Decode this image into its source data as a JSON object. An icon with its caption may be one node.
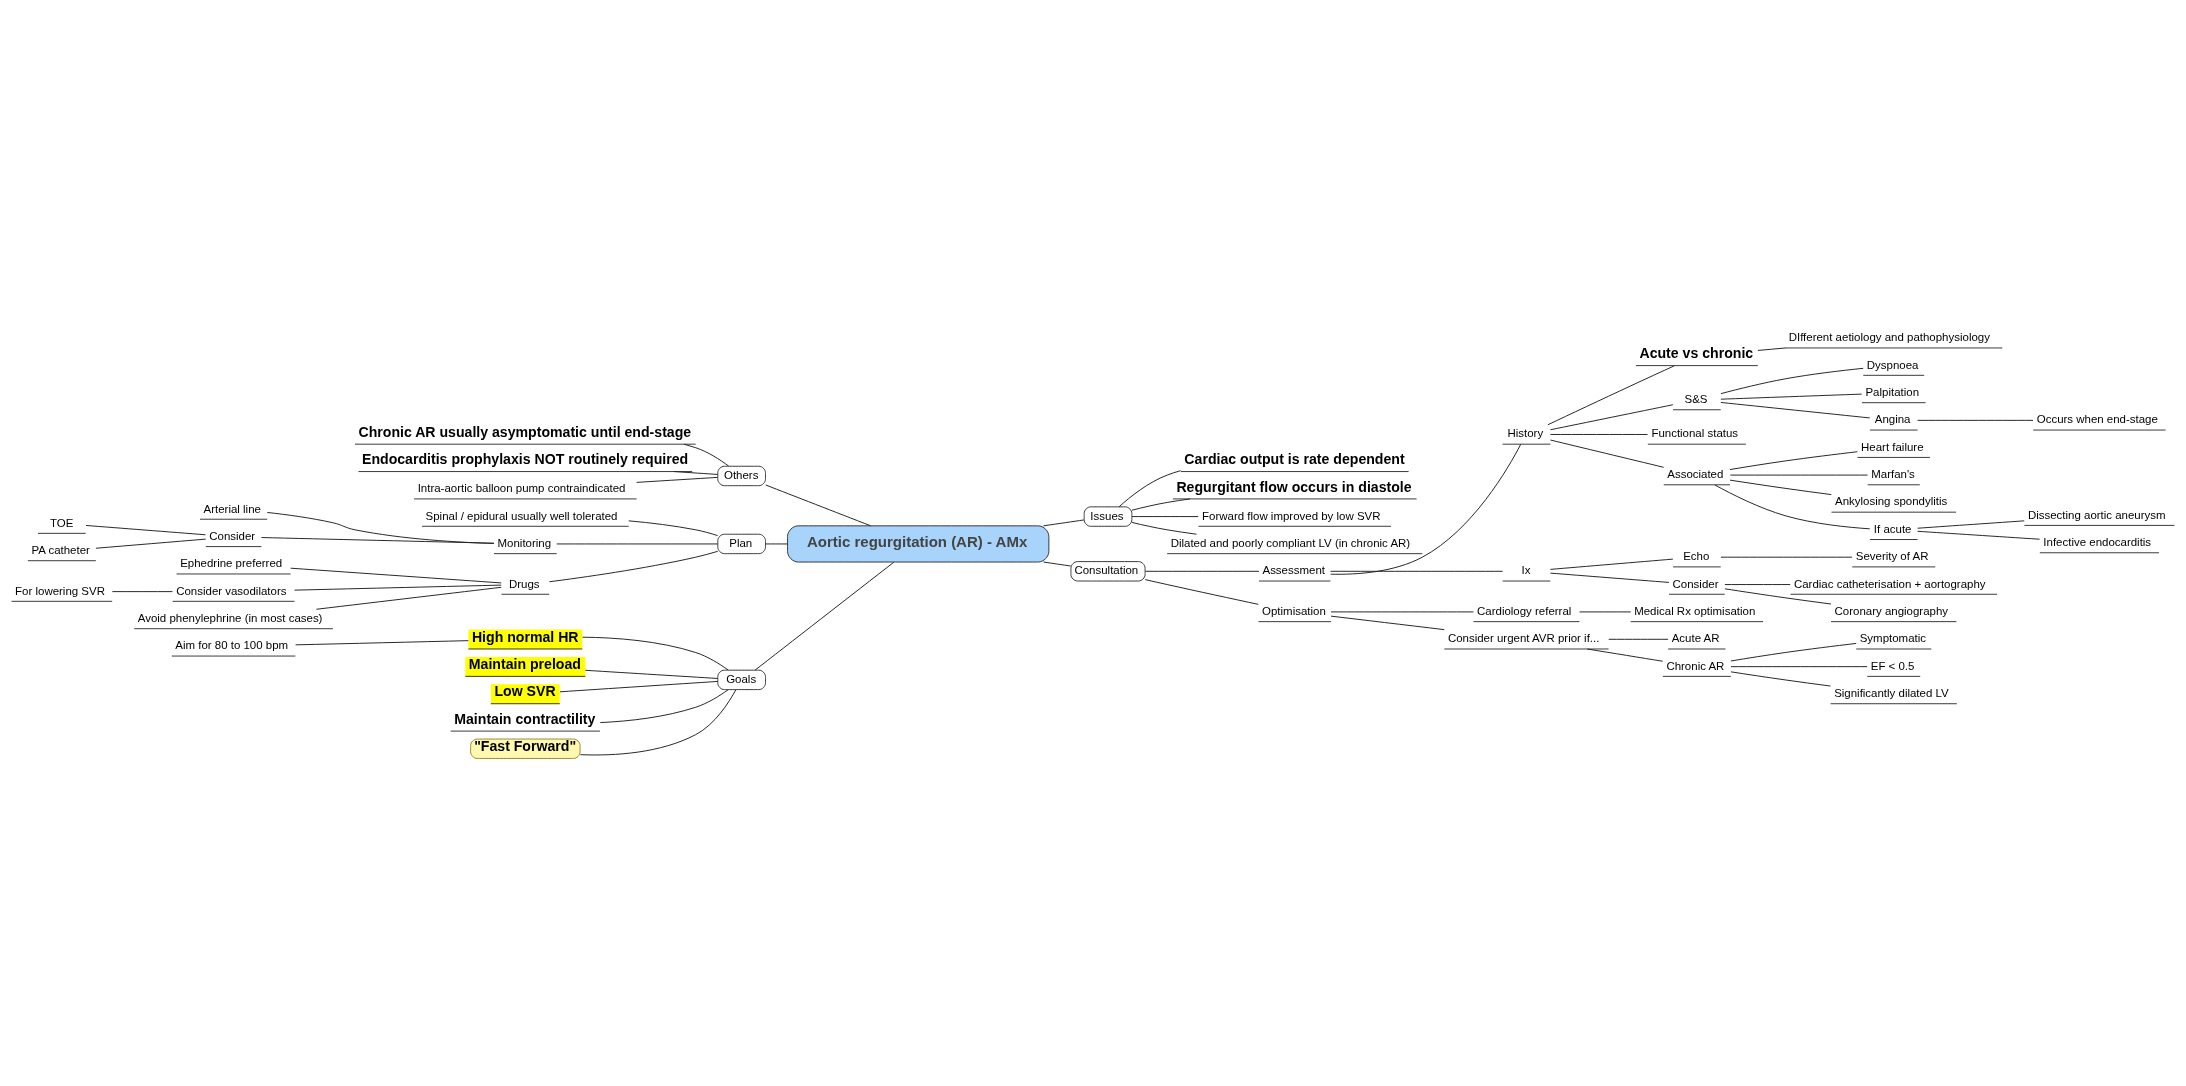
{
  "diagram": {
    "nodes": [
      {
        "text": [
          "Aortic regurgitation (AR) - AMx"
        ]
      },
      {
        "text": [
          "Issues"
        ]
      },
      {
        "text": [
          "Cardiac output is rate dependent"
        ]
      },
      {
        "text": [
          "Regurgitant flow occurs in diastole"
        ]
      },
      {
        "text": [
          "Forward flow improved by low SVR"
        ]
      },
      {
        "text": [
          "Dilated and poorly compliant LV (in chronic AR)"
        ]
      },
      {
        "text": [
          "Others"
        ]
      },
      {
        "text": [
          "Chronic AR usually asymptomatic until end-stage"
        ]
      },
      {
        "text": [
          "Endocarditis prophylaxis NOT routinely required"
        ]
      },
      {
        "text": [
          "Intra-aortic balloon pump contraindicated"
        ]
      },
      {
        "text": [
          "Plan"
        ]
      },
      {
        "text": [
          "Spinal / epidural usually well tolerated"
        ]
      },
      {
        "text": [
          "Monitoring"
        ]
      },
      {
        "text": [
          "Arterial line"
        ]
      },
      {
        "text": [
          "Consider"
        ]
      },
      {
        "text": [
          "TOE"
        ]
      },
      {
        "text": [
          "PA catheter"
        ]
      },
      {
        "text": [
          "Drugs"
        ]
      },
      {
        "text": [
          "Ephedrine preferred"
        ]
      },
      {
        "text": [
          "Consider vasodilators"
        ]
      },
      {
        "text": [
          "For lowering SVR"
        ]
      },
      {
        "text": [
          "Avoid phenylephrine (in most cases)"
        ]
      },
      {
        "text": [
          "Goals"
        ]
      },
      {
        "text": [
          "High normal HR"
        ]
      },
      {
        "text": [
          "Aim for 80 to 100 bpm"
        ]
      },
      {
        "text": [
          "Maintain preload"
        ]
      },
      {
        "text": [
          "Low SVR"
        ]
      },
      {
        "text": [
          "Maintain contractility"
        ]
      },
      {
        "text": [
          "\"Fast Forward\""
        ]
      },
      {
        "text": [
          "Consultation"
        ]
      },
      {
        "text": [
          "Assessment"
        ]
      },
      {
        "text": [
          "History"
        ]
      },
      {
        "text": [
          "Acute vs chronic"
        ]
      },
      {
        "text": [
          "DIfferent aetiology and pathophysiology"
        ]
      },
      {
        "text": [
          "S&S"
        ]
      },
      {
        "text": [
          "Dyspnoea"
        ]
      },
      {
        "text": [
          "Palpitation"
        ]
      },
      {
        "text": [
          "Angina"
        ]
      },
      {
        "text": [
          "Occurs when end-stage"
        ]
      },
      {
        "text": [
          "Functional status"
        ]
      },
      {
        "text": [
          "Associated"
        ]
      },
      {
        "text": [
          "Heart failure"
        ]
      },
      {
        "text": [
          "Marfan's"
        ]
      },
      {
        "text": [
          "Ankylosing spondylitis"
        ]
      },
      {
        "text": [
          "If acute"
        ]
      },
      {
        "text": [
          "Dissecting aortic aneurysm"
        ]
      },
      {
        "text": [
          "Infective endocarditis"
        ]
      },
      {
        "text": [
          "Ix"
        ]
      },
      {
        "text": [
          "Echo"
        ]
      },
      {
        "text": [
          "Severity of AR"
        ]
      },
      {
        "text": [
          "Consider"
        ]
      },
      {
        "text": [
          "Cardiac catheterisation + aortography"
        ]
      },
      {
        "text": [
          "Coronary angiography"
        ]
      },
      {
        "text": [
          "Optimisation"
        ]
      },
      {
        "text": [
          "Cardiology referral"
        ]
      },
      {
        "text": [
          "Medical Rx optimisation"
        ]
      },
      {
        "text": [
          "Consider urgent AVR prior if..."
        ]
      },
      {
        "text": [
          "Acute AR"
        ]
      },
      {
        "text": [
          "Chronic AR"
        ]
      },
      {
        "text": [
          "Symptomatic"
        ]
      },
      {
        "text": [
          "EF < 0.5"
        ]
      },
      {
        "text": [
          "Significantly dilated LV"
        ]
      }
    ],
    "edges": [
      {
        "from": 0,
        "to": 1,
        "arrow": "none"
      },
      {
        "from": 1,
        "to": 2,
        "arrow": "none"
      },
      {
        "from": 1,
        "to": 3,
        "arrow": "none"
      },
      {
        "from": 1,
        "to": 4,
        "arrow": "none"
      },
      {
        "from": 1,
        "to": 5,
        "arrow": "none"
      },
      {
        "from": 0,
        "to": 6,
        "arrow": "none"
      },
      {
        "from": 6,
        "to": 7,
        "arrow": "none"
      },
      {
        "from": 6,
        "to": 8,
        "arrow": "none"
      },
      {
        "from": 6,
        "to": 9,
        "arrow": "none"
      },
      {
        "from": 0,
        "to": 10,
        "arrow": "none"
      },
      {
        "from": 10,
        "to": 11,
        "arrow": "none"
      },
      {
        "from": 10,
        "to": 12,
        "arrow": "none"
      },
      {
        "from": 12,
        "to": 13,
        "arrow": "none"
      },
      {
        "from": 12,
        "to": 14,
        "arrow": "none"
      },
      {
        "from": 14,
        "to": 15,
        "arrow": "none"
      },
      {
        "from": 14,
        "to": 16,
        "arrow": "none"
      },
      {
        "from": 10,
        "to": 17,
        "arrow": "none"
      },
      {
        "from": 17,
        "to": 18,
        "arrow": "none"
      },
      {
        "from": 17,
        "to": 19,
        "arrow": "none"
      },
      {
        "from": 19,
        "to": 20,
        "arrow": "none"
      },
      {
        "from": 17,
        "to": 21,
        "arrow": "none"
      },
      {
        "from": 0,
        "to": 22,
        "arrow": "none"
      },
      {
        "from": 22,
        "to": 23,
        "arrow": "none"
      },
      {
        "from": 23,
        "to": 24,
        "arrow": "none"
      },
      {
        "from": 22,
        "to": 25,
        "arrow": "none"
      },
      {
        "from": 22,
        "to": 26,
        "arrow": "none"
      },
      {
        "from": 22,
        "to": 27,
        "arrow": "none"
      },
      {
        "from": 22,
        "to": 28,
        "arrow": "none"
      },
      {
        "from": 0,
        "to": 29,
        "arrow": "none"
      },
      {
        "from": 29,
        "to": 30,
        "arrow": "none"
      },
      {
        "from": 30,
        "to": 31,
        "arrow": "none"
      },
      {
        "from": 31,
        "to": 32,
        "arrow": "none"
      },
      {
        "from": 32,
        "to": 33,
        "arrow": "none"
      },
      {
        "from": 31,
        "to": 34,
        "arrow": "none"
      },
      {
        "from": 34,
        "to": 35,
        "arrow": "none"
      },
      {
        "from": 34,
        "to": 36,
        "arrow": "none"
      },
      {
        "from": 34,
        "to": 37,
        "arrow": "none"
      },
      {
        "from": 37,
        "to": 38,
        "arrow": "none"
      },
      {
        "from": 31,
        "to": 39,
        "arrow": "none"
      },
      {
        "from": 31,
        "to": 40,
        "arrow": "none"
      },
      {
        "from": 40,
        "to": 41,
        "arrow": "none"
      },
      {
        "from": 40,
        "to": 42,
        "arrow": "none"
      },
      {
        "from": 40,
        "to": 43,
        "arrow": "none"
      },
      {
        "from": 40,
        "to": 44,
        "arrow": "none"
      },
      {
        "from": 44,
        "to": 45,
        "arrow": "none"
      },
      {
        "from": 44,
        "to": 46,
        "arrow": "none"
      },
      {
        "from": 30,
        "to": 47,
        "arrow": "none"
      },
      {
        "from": 47,
        "to": 48,
        "arrow": "none"
      },
      {
        "from": 48,
        "to": 49,
        "arrow": "none"
      },
      {
        "from": 47,
        "to": 50,
        "arrow": "none"
      },
      {
        "from": 50,
        "to": 51,
        "arrow": "none"
      },
      {
        "from": 50,
        "to": 52,
        "arrow": "none"
      },
      {
        "from": 29,
        "to": 53,
        "arrow": "none"
      },
      {
        "from": 53,
        "to": 54,
        "arrow": "none"
      },
      {
        "from": 54,
        "to": 55,
        "arrow": "none"
      },
      {
        "from": 53,
        "to": 56,
        "arrow": "none"
      },
      {
        "from": 56,
        "to": 57,
        "arrow": "none"
      },
      {
        "from": 56,
        "to": 58,
        "arrow": "none"
      },
      {
        "from": 58,
        "to": 59,
        "arrow": "none"
      },
      {
        "from": 58,
        "to": 60,
        "arrow": "none"
      },
      {
        "from": 58,
        "to": 61,
        "arrow": "none"
      }
    ]
  }
}
